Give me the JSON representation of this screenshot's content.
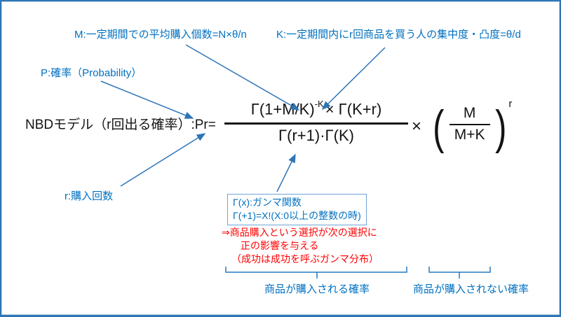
{
  "annotations": {
    "m": "M:一定期間での平均購入個数=N×θ/n",
    "k": "K:一定期間内にr回商品を買う人の集中度・凸度=θ/d",
    "p": "P:確率（Probability）",
    "r": "r:購入回数"
  },
  "formula": {
    "lhs": "NBDモデル（r回出る確率）:Pr=",
    "numerator_base": "Γ(1+M/K)",
    "numerator_exp": "-K",
    "numerator_rest": "× Γ(K+r)",
    "denominator": "Γ(r+1)·Γ(K)",
    "times": "×",
    "paren_left": "(",
    "paren_right": ")",
    "ratio_top": "M",
    "ratio_bottom": "M+K",
    "ratio_exp": "r"
  },
  "gamma_note": {
    "line1": "Γ(x):ガンマ関数",
    "line2": "Γ(+1)=X!(X:0以上の整数の時)"
  },
  "red_note": {
    "line1": "⇒商品購入という選択が次の選択に",
    "line2": "正の影響を与える",
    "line3": "（成功は成功を呼ぶガンマ分布）"
  },
  "braces": {
    "left_label": "商品が購入される確率",
    "right_label": "商品が購入されない確率"
  },
  "colors": {
    "blue_text": "#0070C0",
    "arrow_blue": "#2E75B6",
    "red_text": "#FF0000",
    "formula_black": "#141414",
    "border_blue": "#2E75B6"
  }
}
